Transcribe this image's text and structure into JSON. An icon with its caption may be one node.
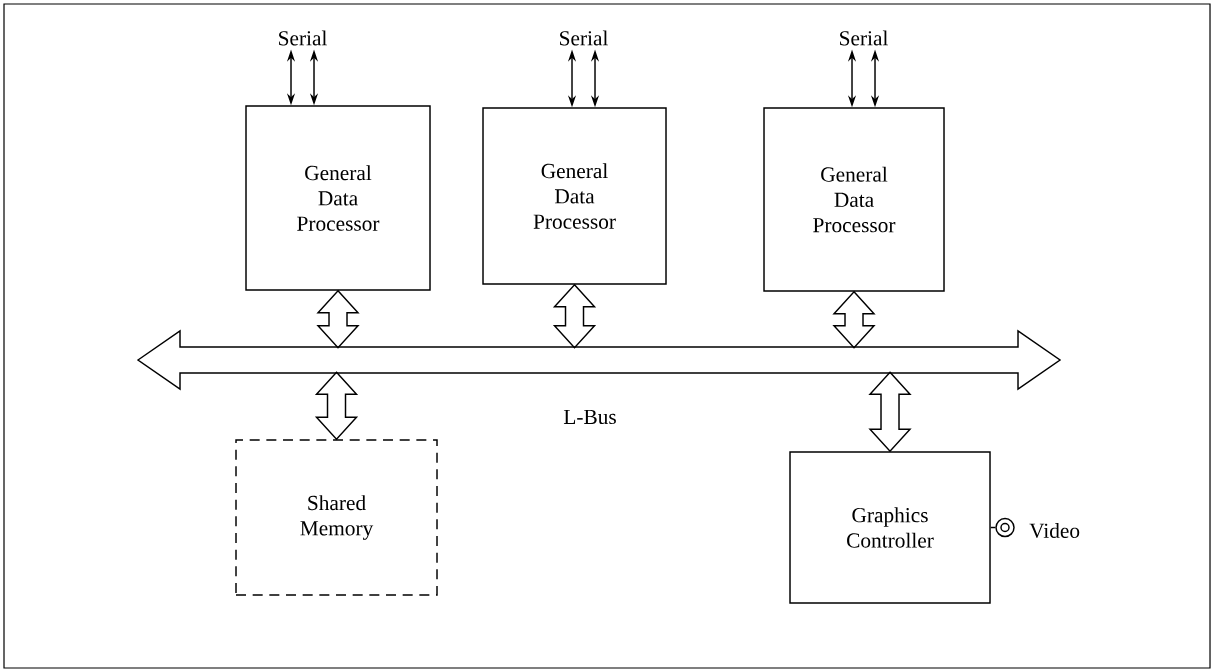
{
  "diagram": {
    "nodes": [
      {
        "text": [
          "Serial"
        ]
      },
      {
        "text": [
          "Serial"
        ]
      },
      {
        "text": [
          "Serial"
        ]
      },
      {
        "text": [
          "General Data Processor"
        ]
      },
      {
        "text": [
          "General Data Processor"
        ]
      },
      {
        "text": [
          "General Data Processor"
        ]
      },
      {
        "text": [
          "L-Bus"
        ]
      },
      {
        "text": [
          "Shared Memory"
        ]
      },
      {
        "text": [
          "Graphics Controller"
        ]
      },
      {
        "text": [],
        "shape": "circle",
        "beside": [
          "Video"
        ]
      }
    ],
    "edges": [
      {
        "from": 0,
        "to": 3,
        "arrow": "both"
      },
      {
        "from": 0,
        "to": 3,
        "arrow": "both"
      },
      {
        "from": 1,
        "to": 4,
        "arrow": "both"
      },
      {
        "from": 1,
        "to": 4,
        "arrow": "both"
      },
      {
        "from": 2,
        "to": 5,
        "arrow": "both"
      },
      {
        "from": 2,
        "to": 5,
        "arrow": "both"
      },
      {
        "from": 3,
        "to": 6,
        "arrow": "both",
        "style": "thick"
      },
      {
        "from": 4,
        "to": 6,
        "arrow": "both",
        "style": "thick"
      },
      {
        "from": 5,
        "to": 6,
        "arrow": "both",
        "style": "thick"
      },
      {
        "from": 6,
        "to": 7,
        "arrow": "both",
        "style": "thick"
      },
      {
        "from": 6,
        "to": 8,
        "arrow": "both",
        "style": "thick"
      },
      {
        "from": 8,
        "to": 9,
        "arrow": "none"
      }
    ]
  }
}
